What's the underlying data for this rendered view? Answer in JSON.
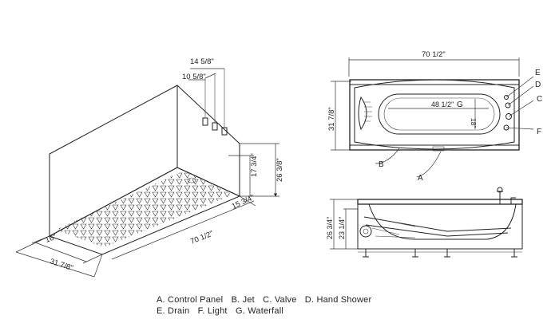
{
  "iso_view": {
    "dims": {
      "top_outer": "14 5/8\"",
      "top_inner": "10 5/8\"",
      "height_total": "26 3/8\"",
      "height_mid": "17 3/4\"",
      "depth_right": "15 3/4\"",
      "depth_left": "16\"",
      "width_left": "31 7/8\"",
      "length": "70 1/2\""
    }
  },
  "top_view": {
    "dims": {
      "length": "70 1/2\"",
      "width": "31 7/8\"",
      "inner_length": "48 1/2\"",
      "inner_width": "18\""
    },
    "callouts": [
      "E",
      "D",
      "C",
      "F",
      "B",
      "A",
      "G"
    ]
  },
  "side_view": {
    "dims": {
      "height_outer": "26 3/4\"",
      "height_inner": "23 1/4\""
    }
  },
  "legend": {
    "row1": [
      "A. Control Panel",
      "B. Jet",
      "C. Valve",
      "D. Hand Shower"
    ],
    "row2": [
      "E. Drain",
      "F. Light",
      "G. Waterfall"
    ]
  }
}
